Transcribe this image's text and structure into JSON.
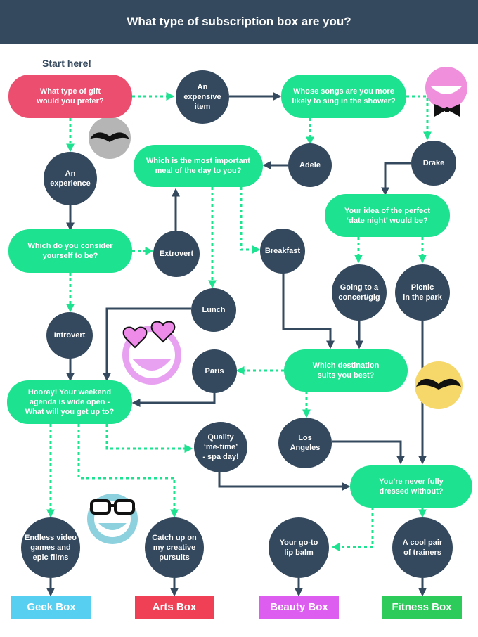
{
  "title": "What type of subscription box are you?",
  "start_label": "Start here!",
  "colors": {
    "header": "#35495e",
    "start": "#ec4e6f",
    "question": "#1de28f",
    "answer": "#35495e",
    "dotted_arrow": "#1de28f",
    "solid_arrow": "#35495e",
    "geek": "#56cff0",
    "arts": "#ef4056",
    "beauty": "#dc5df0",
    "fitness": "#2dcc5a"
  },
  "questions": {
    "gift": "What type of gift\nwould you prefer?",
    "songs": "Whose songs are you more\nlikely to sing in the shower?",
    "meal": "Which is the most important\nmeal of the day to you?",
    "consider": "Which do you consider\nyourself to be?",
    "date_night": "Your idea of the perfect\n‘date night’ would be?",
    "destination": "Which destination\nsuits you best?",
    "weekend": "Hooray! Your weekend\nagenda is wide open -\nWhat will you get up to?",
    "dressed": "You’re never fully\ndressed without?"
  },
  "answers": {
    "expensive": "An\nexpensive\nitem",
    "experience": "An\nexperience",
    "adele": "Adele",
    "drake": "Drake",
    "extrovert": "Extrovert",
    "introvert": "Introvert",
    "breakfast": "Breakfast",
    "lunch": "Lunch",
    "concert": "Going to a\nconcert/gig",
    "picnic": "Picnic\nin the park",
    "paris": "Paris",
    "los_angeles": "Los\nAngeles",
    "me_time": "Quality\n‘me-time’\n- spa day!",
    "games": "Endless video\ngames and\nepic films",
    "creative": "Catch up on\nmy creative\npursuits",
    "lip_balm": "Your go-to\nlip balm",
    "trainers": "A cool pair\nof trainers"
  },
  "boxes": {
    "geek": "Geek Box",
    "arts": "Arts Box",
    "beauty": "Beauty Box",
    "fitness": "Fitness Box"
  }
}
